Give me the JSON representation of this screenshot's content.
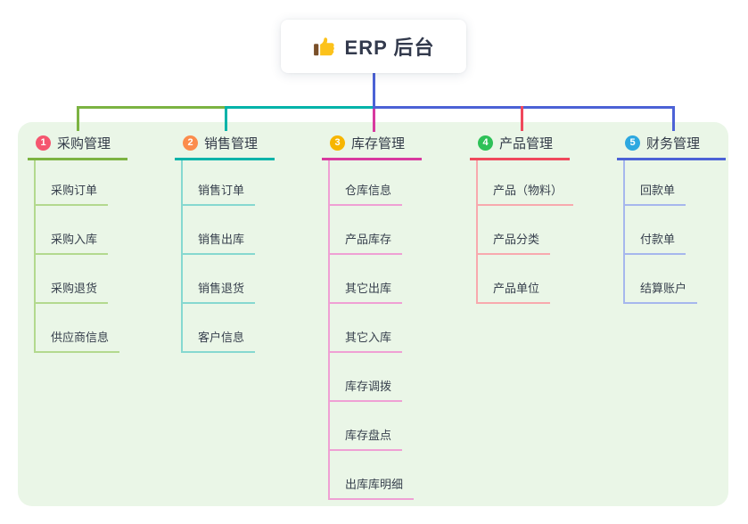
{
  "root": {
    "icon": "thumbs-up-icon",
    "label": "ERP 后台"
  },
  "colors": {
    "page_bg": "#ffffff",
    "panel_bg": "#eaf6e7",
    "root_box_bg": "#ffffff",
    "root_text": "#333a4d",
    "branch_text": "#333b48",
    "child_text": "#38414e"
  },
  "connectors": {
    "root_drop": "#4c62d6",
    "bus_left": "#7cb342",
    "bus_mid": "#00b3a9",
    "bus_right": "#4c62d6",
    "drops": [
      "#7cb342",
      "#00b3a9",
      "#d8399f",
      "#f0485c",
      "#4c62d6"
    ]
  },
  "branches": [
    {
      "num": "1",
      "label": "采购管理",
      "badge_color": "#f5566f",
      "line_color": "#7cb342",
      "child_line_color": "#b3d98e",
      "children": [
        "采购订单",
        "采购入库",
        "采购退货",
        "供应商信息"
      ]
    },
    {
      "num": "2",
      "label": "销售管理",
      "badge_color": "#fb8c4c",
      "line_color": "#00b3a9",
      "child_line_color": "#86d8d0",
      "children": [
        "销售订单",
        "销售出库",
        "销售退货",
        "客户信息"
      ]
    },
    {
      "num": "3",
      "label": "库存管理",
      "badge_color": "#f7b500",
      "line_color": "#d8399f",
      "child_line_color": "#efa0d4",
      "children": [
        "仓库信息",
        "产品库存",
        "其它出库",
        "其它入库",
        "库存调拨",
        "库存盘点",
        "出库库明细"
      ]
    },
    {
      "num": "4",
      "label": "产品管理",
      "badge_color": "#2ec158",
      "line_color": "#f0485c",
      "child_line_color": "#f8a9ae",
      "children": [
        "产品（物料）",
        "产品分类",
        "产品单位"
      ]
    },
    {
      "num": "5",
      "label": "财务管理",
      "badge_color": "#2da8e0",
      "line_color": "#4c62d6",
      "child_line_color": "#a6b7ed",
      "children": [
        "回款单",
        "付款单",
        "结算账户"
      ]
    }
  ]
}
